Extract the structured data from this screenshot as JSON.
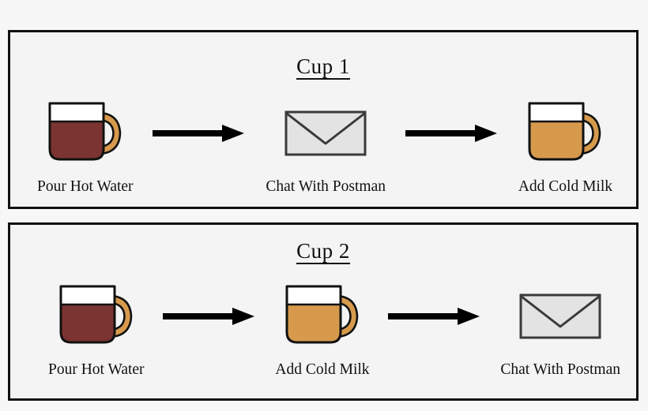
{
  "colors": {
    "background": "#f7f7f7",
    "panel_fill": "#f4f4f4",
    "panel_border": "#111111",
    "text": "#111111",
    "arrow": "#000000",
    "mug_dark_liquid": "#7b3431",
    "mug_gold_liquid": "#d79a4d",
    "mug_foam": "#ffffff",
    "mug_handle": "#d79a4d",
    "mug_outline": "#111111",
    "envelope_fill": "#e3e3e3",
    "envelope_border": "#3a3a3a"
  },
  "panels": [
    {
      "id": "cup-1",
      "title": "Cup 1",
      "steps": [
        {
          "icon": "mug-dark-icon",
          "label": "Pour Hot Water"
        },
        {
          "icon": "envelope-icon",
          "label": "Chat With Postman"
        },
        {
          "icon": "mug-gold-icon",
          "label": "Add Cold Milk"
        }
      ],
      "connectors": [
        "arrow-right-icon",
        "arrow-right-icon"
      ]
    },
    {
      "id": "cup-2",
      "title": "Cup 2",
      "steps": [
        {
          "icon": "mug-dark-icon",
          "label": "Pour Hot Water"
        },
        {
          "icon": "mug-gold-icon",
          "label": "Add Cold Milk"
        },
        {
          "icon": "envelope-icon",
          "label": "Chat With Postman"
        }
      ],
      "connectors": [
        "arrow-right-icon",
        "arrow-right-icon"
      ]
    }
  ]
}
